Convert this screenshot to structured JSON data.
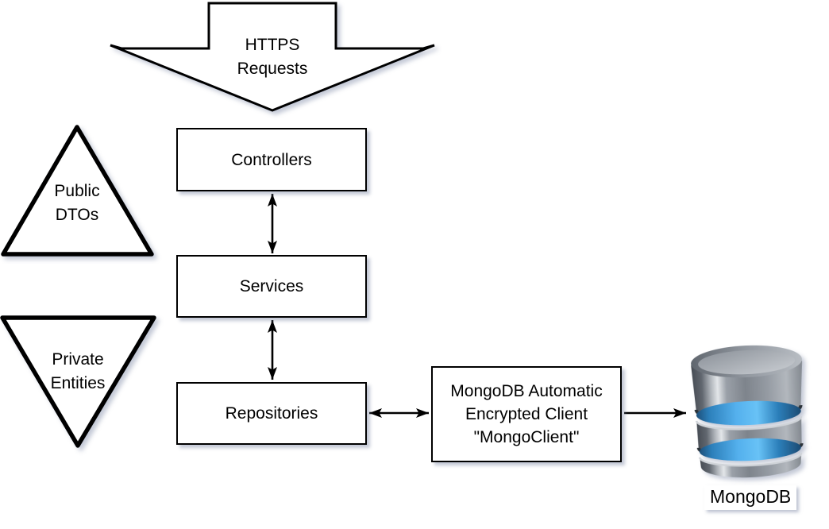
{
  "diagram": {
    "https_arrow_label": "HTTPS\nRequests",
    "nodes": {
      "controllers": "Controllers",
      "services": "Services",
      "repositories": "Repositories",
      "mongo_client": "MongoDB Automatic\nEncrypted Client\n\"MongoClient\""
    },
    "triangles": {
      "public_dtos": "Public\nDTOs",
      "private_entities": "Private\nEntities"
    },
    "database_label": "MongoDB",
    "colors": {
      "stroke": "#000000",
      "node_fill": "#ffffff",
      "shadow": "rgba(125,135,165,0.45)",
      "db_blue": "#55b1ee",
      "db_gray": "#8a9098"
    }
  }
}
